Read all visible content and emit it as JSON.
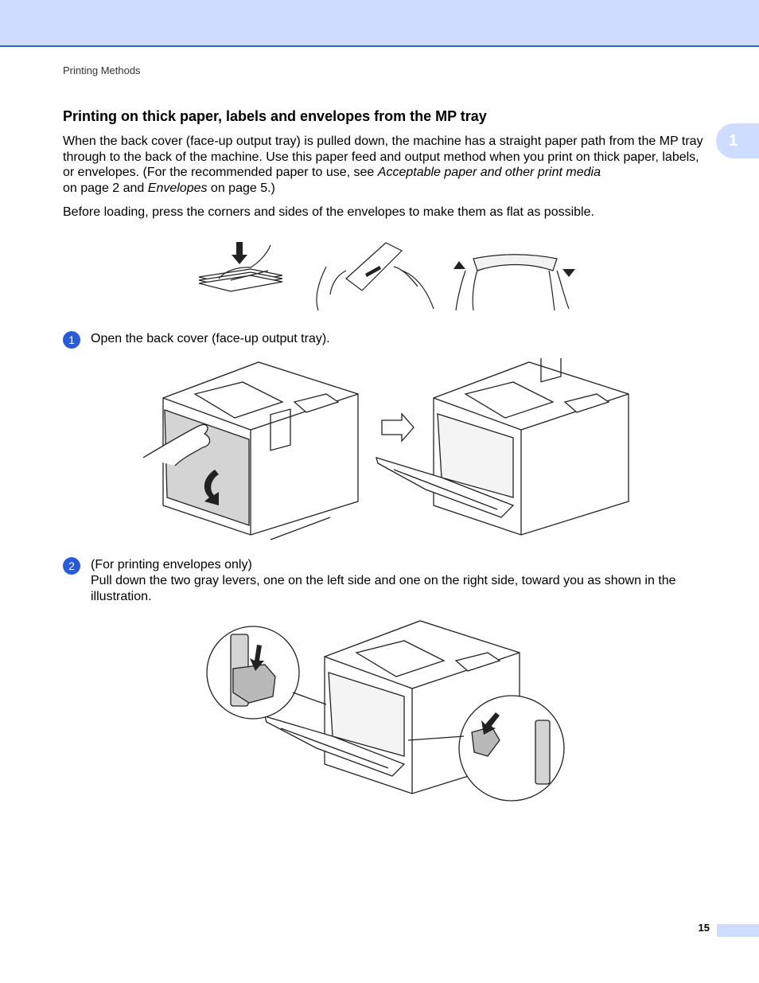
{
  "header": {
    "running_title": "Printing Methods",
    "chapter_number": "1"
  },
  "section": {
    "title": "Printing on thick paper, labels and envelopes from the MP tray",
    "intro_text_1": "When the back cover (face-up output tray) is pulled down, the machine has a straight paper path from the MP tray through to the back of the machine. Use this paper feed and output method when you print on thick paper, labels, or envelopes. (For the recommended paper to use, see ",
    "intro_link_1": "Acceptable paper and other print media",
    "intro_text_2": " on page 2 and ",
    "intro_link_2": "Envelopes",
    "intro_text_3": " on page 5.)",
    "flatten_note": "Before loading, press the corners and sides of the envelopes to make them as flat as possible."
  },
  "steps": [
    {
      "badge": "1",
      "text": "Open the back cover (face-up output tray)."
    },
    {
      "badge": "2",
      "line1": "(For printing envelopes only)",
      "line2": "Pull down the two gray levers, one on the left side and one on the right side, toward you as shown in the illustration."
    }
  ],
  "footer": {
    "page_number": "15"
  },
  "colors": {
    "band": "#cddcff",
    "accent": "#2a5bd7"
  }
}
